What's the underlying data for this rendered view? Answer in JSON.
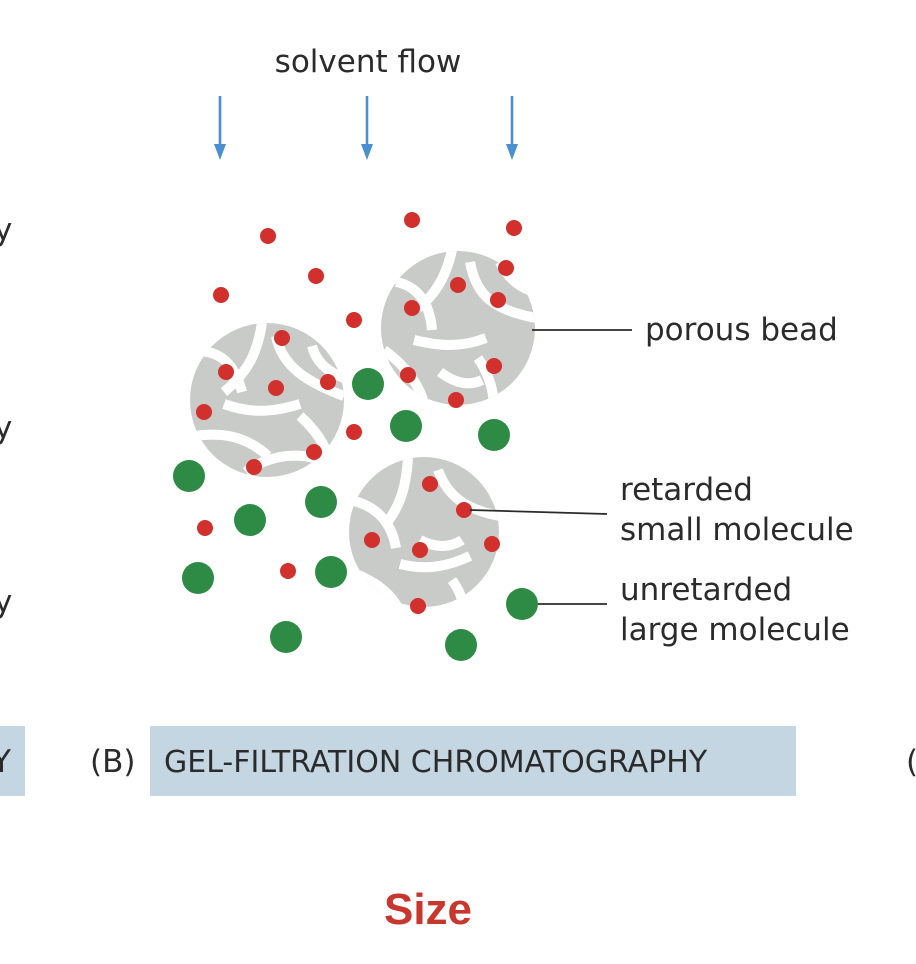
{
  "labels": {
    "solvent_flow": "solvent flow",
    "porous_bead": "porous bead",
    "retarded_line1": "retarded",
    "retarded_line2": "small molecule",
    "unretarded_line1": "unretarded",
    "unretarded_line2": "large molecule"
  },
  "panel": {
    "letter": "(B)",
    "title": "GEL-FILTRATION CHROMATOGRAPHY",
    "left_cut_letter": "Y",
    "right_cut_char": "("
  },
  "left_edge_fragments": [
    "y",
    "y",
    "y"
  ],
  "caption": "Size",
  "colors": {
    "arrow": "#4a8fcf",
    "bead": "#c9cbc8",
    "small_molecule": "#d1302c",
    "large_molecule": "#2e8b45",
    "title_bar": "#c4d6e2",
    "caption": "#c8372d"
  }
}
